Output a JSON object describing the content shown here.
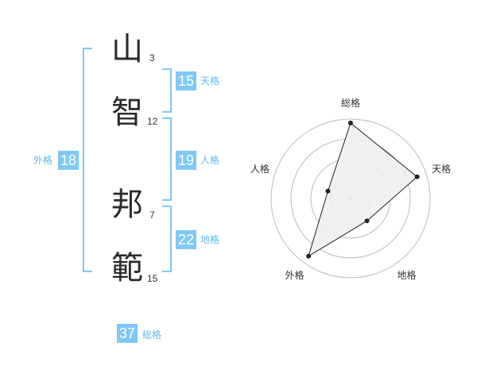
{
  "name": {
    "chars": [
      {
        "char": "山",
        "strokes": "3"
      },
      {
        "char": "智",
        "strokes": "12"
      },
      {
        "char": "邦",
        "strokes": "7"
      },
      {
        "char": "範",
        "strokes": "15"
      }
    ]
  },
  "kaku": {
    "tenkaku": {
      "value": "15",
      "label": "天格"
    },
    "jinkaku": {
      "value": "19",
      "label": "人格"
    },
    "chikaku": {
      "value": "22",
      "label": "地格"
    },
    "gaikaku": {
      "value": "18",
      "label": "外格"
    },
    "soukaku": {
      "value": "37",
      "label": "総格"
    }
  },
  "chart_data": {
    "type": "radar",
    "axes": [
      "総格",
      "天格",
      "地格",
      "外格",
      "人格"
    ],
    "values": [
      0.95,
      0.88,
      0.35,
      0.9,
      0.3
    ],
    "rings": 4,
    "colors": {
      "fill": "#eeeeee",
      "line": "#222222",
      "grid": "#bbbbbb",
      "center": "#c8c8c8"
    }
  }
}
